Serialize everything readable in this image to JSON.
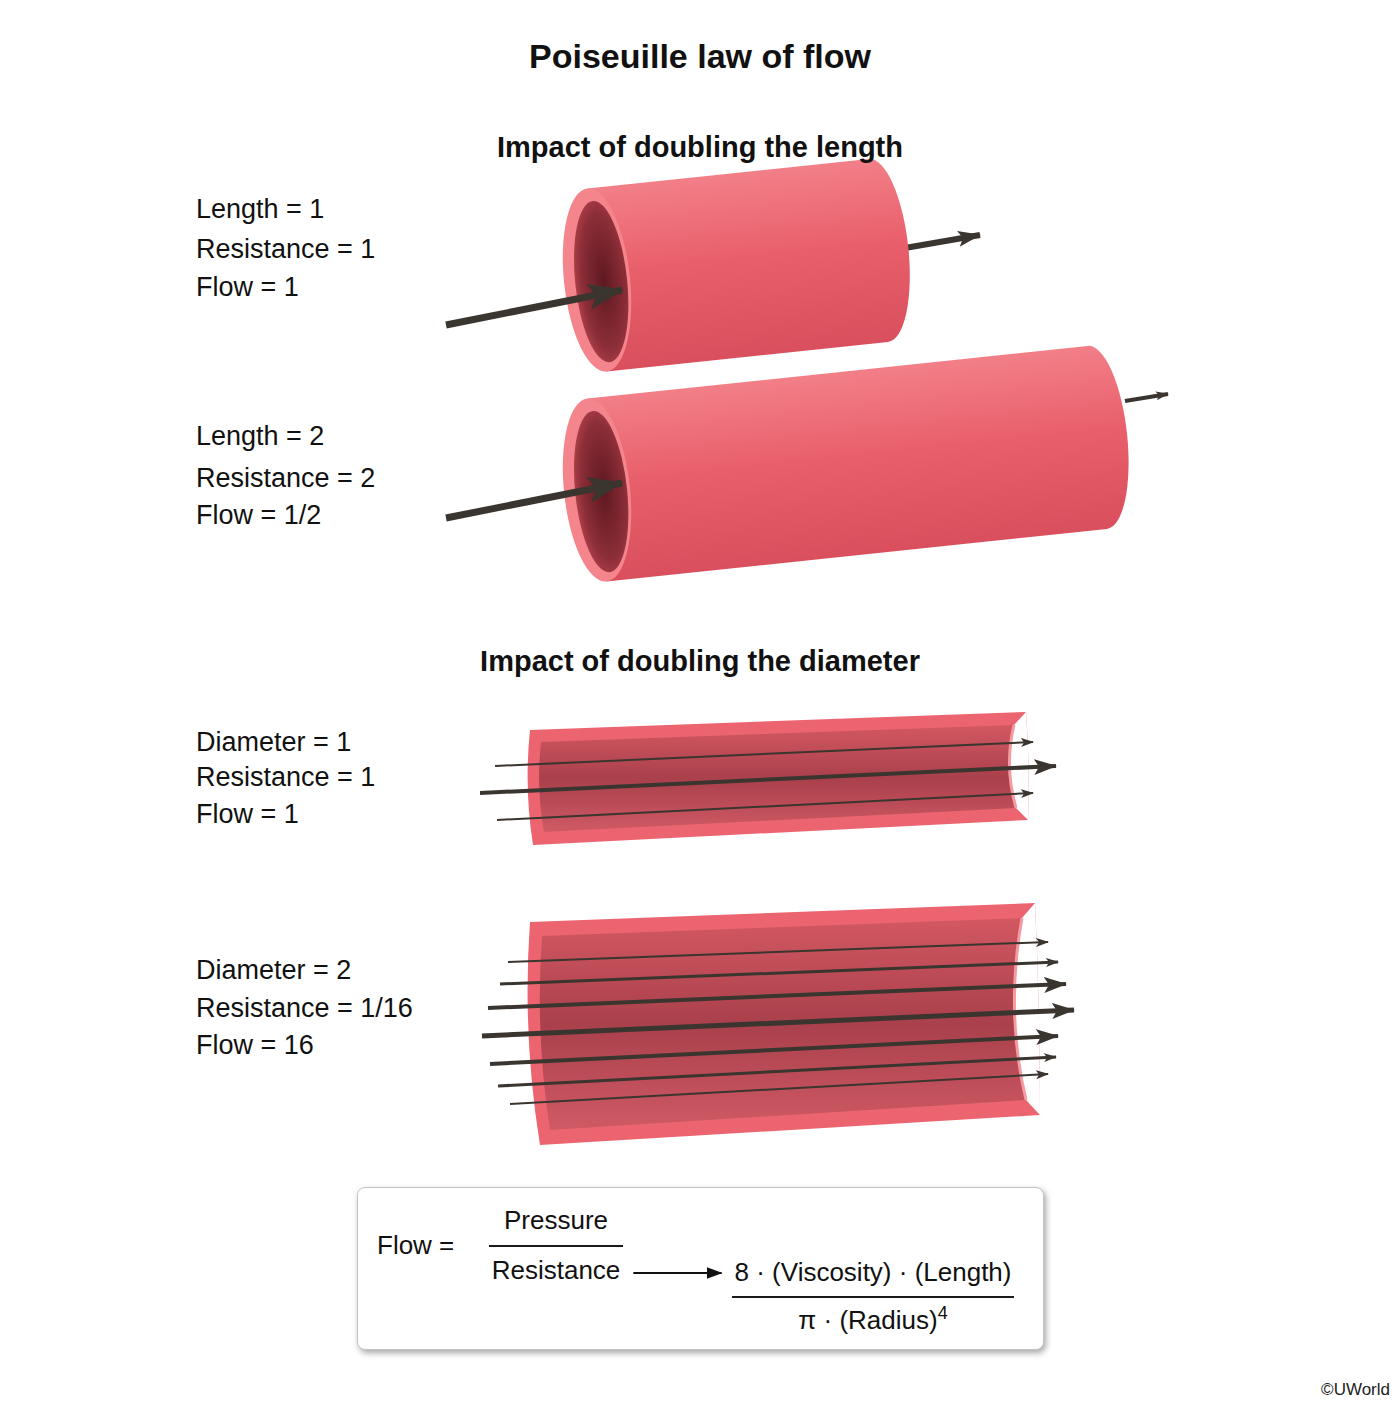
{
  "diagram": {
    "title": "Poiseuille law of flow",
    "nodes": [
      {
        "text": [
          "Flow =",
          "Pressure",
          "Resistance",
          "8 · (Viscosity) · (Length)",
          "π · (Radius)",
          "4"
        ]
      }
    ],
    "labels": [
      "Impact of doubling the length",
      "Length = 1",
      "Resistance = 1",
      "Flow = 1",
      "Length = 2",
      "Resistance = 2",
      "Flow = 1/2",
      "Impact of doubling the diameter",
      "Diameter = 1",
      "Resistance = 1",
      "Flow = 1",
      "Diameter = 2",
      "Resistance = 1/16",
      "Flow = 16",
      "©UWorld"
    ]
  }
}
